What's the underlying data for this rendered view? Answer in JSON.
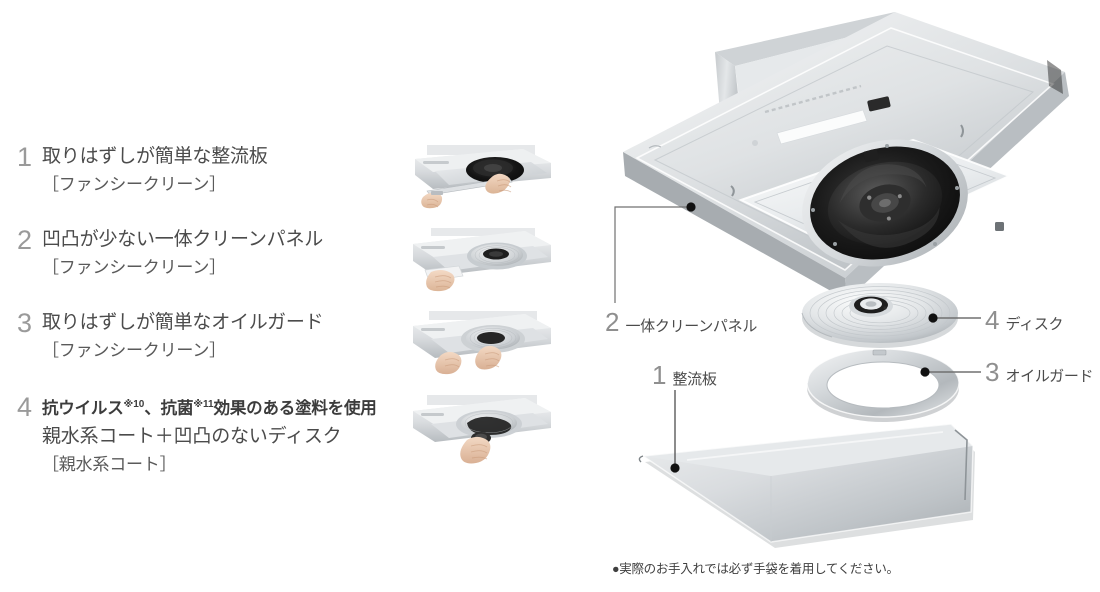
{
  "features": [
    {
      "number": "1",
      "title": "取りはずしが簡単な整流板",
      "sub": "［ファンシークリーン］"
    },
    {
      "number": "2",
      "title": "凹凸が少ない一体クリーンパネル",
      "sub": "［ファンシークリーン］"
    },
    {
      "number": "3",
      "title": "取りはずしが簡単なオイルガード",
      "sub": "［ファンシークリーン］"
    },
    {
      "number": "4",
      "title_part1": "抗ウイルス",
      "title_sup1": "※10",
      "title_part2": "、抗菌",
      "title_sup2": "※11",
      "title_part3": "効果のある塗料を使用",
      "line2": "親水系コート＋凹凸のないディスク",
      "sub": "［親水系コート］"
    }
  ],
  "thumbnails": [
    {
      "alt": "整流板の取りはずし写真"
    },
    {
      "alt": "一体クリーンパネルの拭き取り写真"
    },
    {
      "alt": "オイルガードの取りはずし写真"
    },
    {
      "alt": "ディスクの取りはずし写真"
    }
  ],
  "callouts": [
    {
      "number": "2",
      "label": "一体クリーンパネル"
    },
    {
      "number": "1",
      "label": "整流板"
    },
    {
      "number": "4",
      "label": "ディスク"
    },
    {
      "number": "3",
      "label": "オイルガード"
    }
  ],
  "footnote": "●実際のお手入れでは必ず手袋を着用してください。",
  "colors": {
    "number_gray": "#9a9a9a",
    "text_gray": "#4b4b4b",
    "leader_line": "#6f6f6f",
    "metal_light": "#e9ebec",
    "metal_mid": "#c9cccf",
    "metal_dark": "#9aa0a4",
    "fan_dark": "#1d1d1d",
    "background": "#ffffff"
  }
}
